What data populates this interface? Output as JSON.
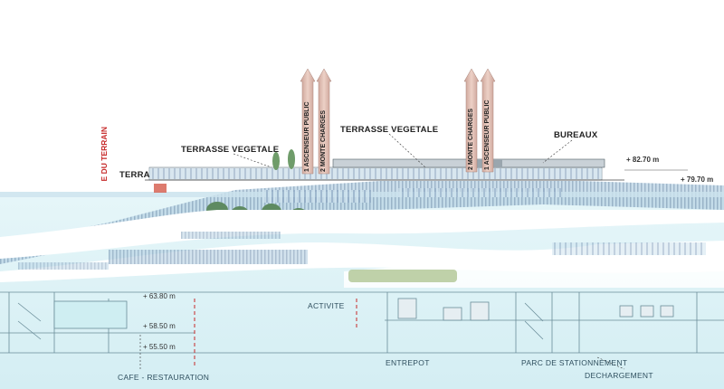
{
  "labels": {
    "terrasse_vegetale_left": "TERRASSE VEGETALE",
    "terrasse_vegetale_right": "TERRASSE VEGETALE",
    "bureaux": "BUREAUX",
    "terra": "TERRA",
    "du_terrain": "E DU TERRAIN",
    "activite": "ACTIVITE",
    "cafe": "CAFE - RESTAURATION",
    "entrepot": "ENTREPOT",
    "parc": "PARC DE STATIONNEMENT",
    "dechargement": "DECHARGEMENT"
  },
  "arrows": {
    "ascenseur_public": "1 ASCENSEUR PUBLIC",
    "monte_charges": "2 MONTE CHARGES"
  },
  "levels": {
    "l1": "+ 82.70 m",
    "l2": "+ 79.70 m",
    "l3": "+ 63.80 m",
    "l4": "+ 58.50 m",
    "l5": "+ 55.50 m"
  },
  "colors": {
    "arrow_fill": "#d9b3a8",
    "sky": "#dff3f7",
    "red_marker": "#c62828"
  }
}
